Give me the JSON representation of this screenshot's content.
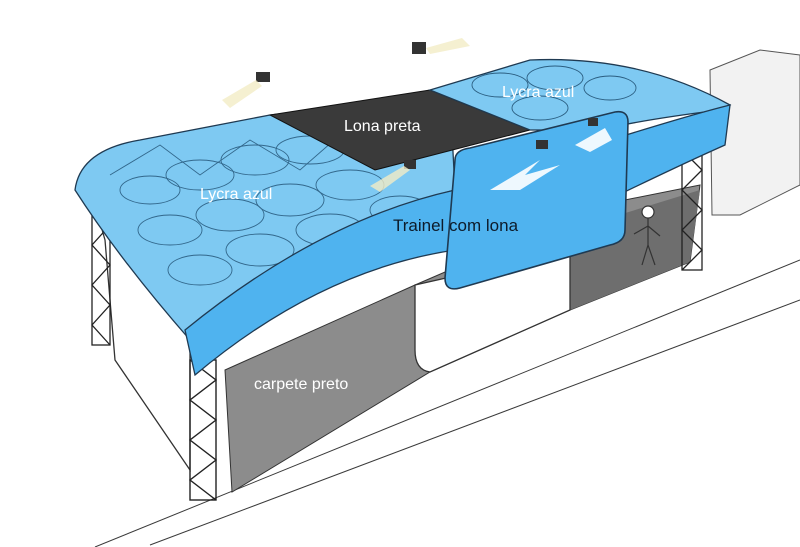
{
  "labels": {
    "lycra_left": "Lycra azul",
    "lycra_right": "Lycra azul",
    "lona_preta": "Lona preta",
    "trainel": "Trainel com lona",
    "carpete": "carpete preto"
  },
  "colors": {
    "lycra_blue": "#7ec9f2",
    "lycra_band": "#4fb3ef",
    "lona_black": "#3a3a3a",
    "carpet_gray": "#8c8c8c",
    "outline": "#2a2a2a",
    "background": "#ffffff"
  }
}
